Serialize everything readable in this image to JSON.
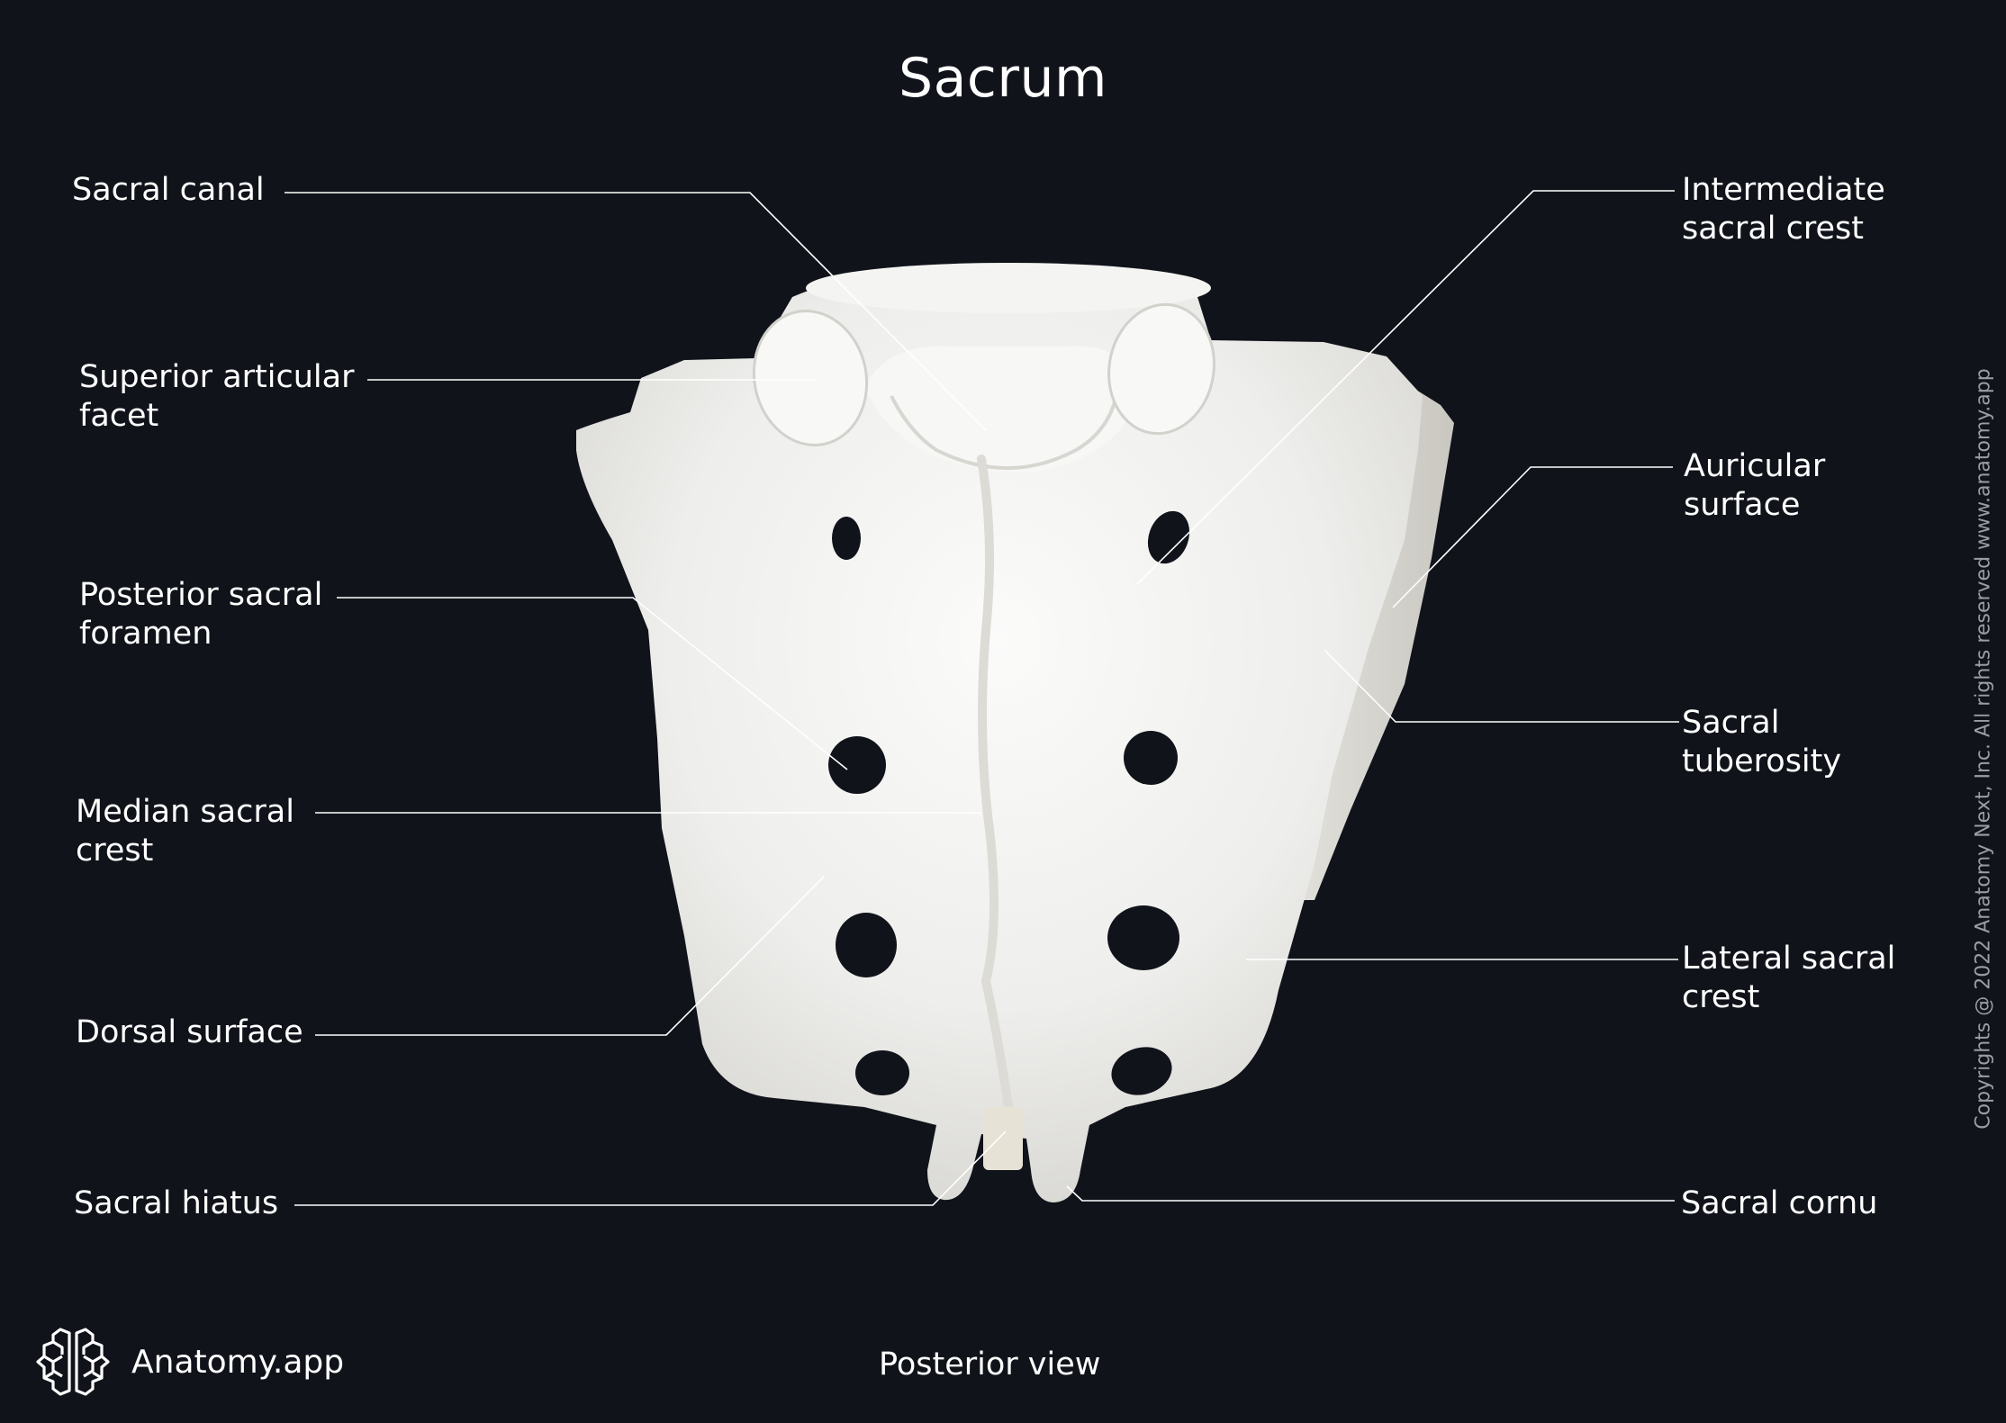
{
  "title": "Sacrum",
  "view": "Posterior view",
  "brand": {
    "name": "Anatomy.app",
    "icon": "brain-icon"
  },
  "copyright": "Copyrights @ 2022 Anatomy Next, Inc. All rights reserved www.anatomy.app",
  "colors": {
    "background": "#10131a",
    "text": "#ffffff",
    "leader_line": "#ffffff",
    "bone": "#eeeeec",
    "copyright": "#9a9da3"
  },
  "labels_left": [
    {
      "id": "sacral-canal",
      "line1": "Sacral canal",
      "line2": ""
    },
    {
      "id": "superior-articular-facet",
      "line1": "Superior articular",
      "line2": "facet"
    },
    {
      "id": "posterior-sacral-foramen",
      "line1": "Posterior sacral",
      "line2": "foramen"
    },
    {
      "id": "median-sacral-crest",
      "line1": "Median sacral",
      "line2": "crest"
    },
    {
      "id": "dorsal-surface",
      "line1": "Dorsal surface",
      "line2": ""
    },
    {
      "id": "sacral-hiatus",
      "line1": "Sacral hiatus",
      "line2": ""
    }
  ],
  "labels_right": [
    {
      "id": "intermediate-sacral-crest",
      "line1": "Intermediate",
      "line2": "sacral crest"
    },
    {
      "id": "auricular-surface",
      "line1": "Auricular",
      "line2": "surface"
    },
    {
      "id": "sacral-tuberosity",
      "line1": "Sacral",
      "line2": "tuberosity"
    },
    {
      "id": "lateral-sacral-crest",
      "line1": "Lateral sacral",
      "line2": "crest"
    },
    {
      "id": "sacral-cornu",
      "line1": "Sacral cornu",
      "line2": ""
    }
  ]
}
